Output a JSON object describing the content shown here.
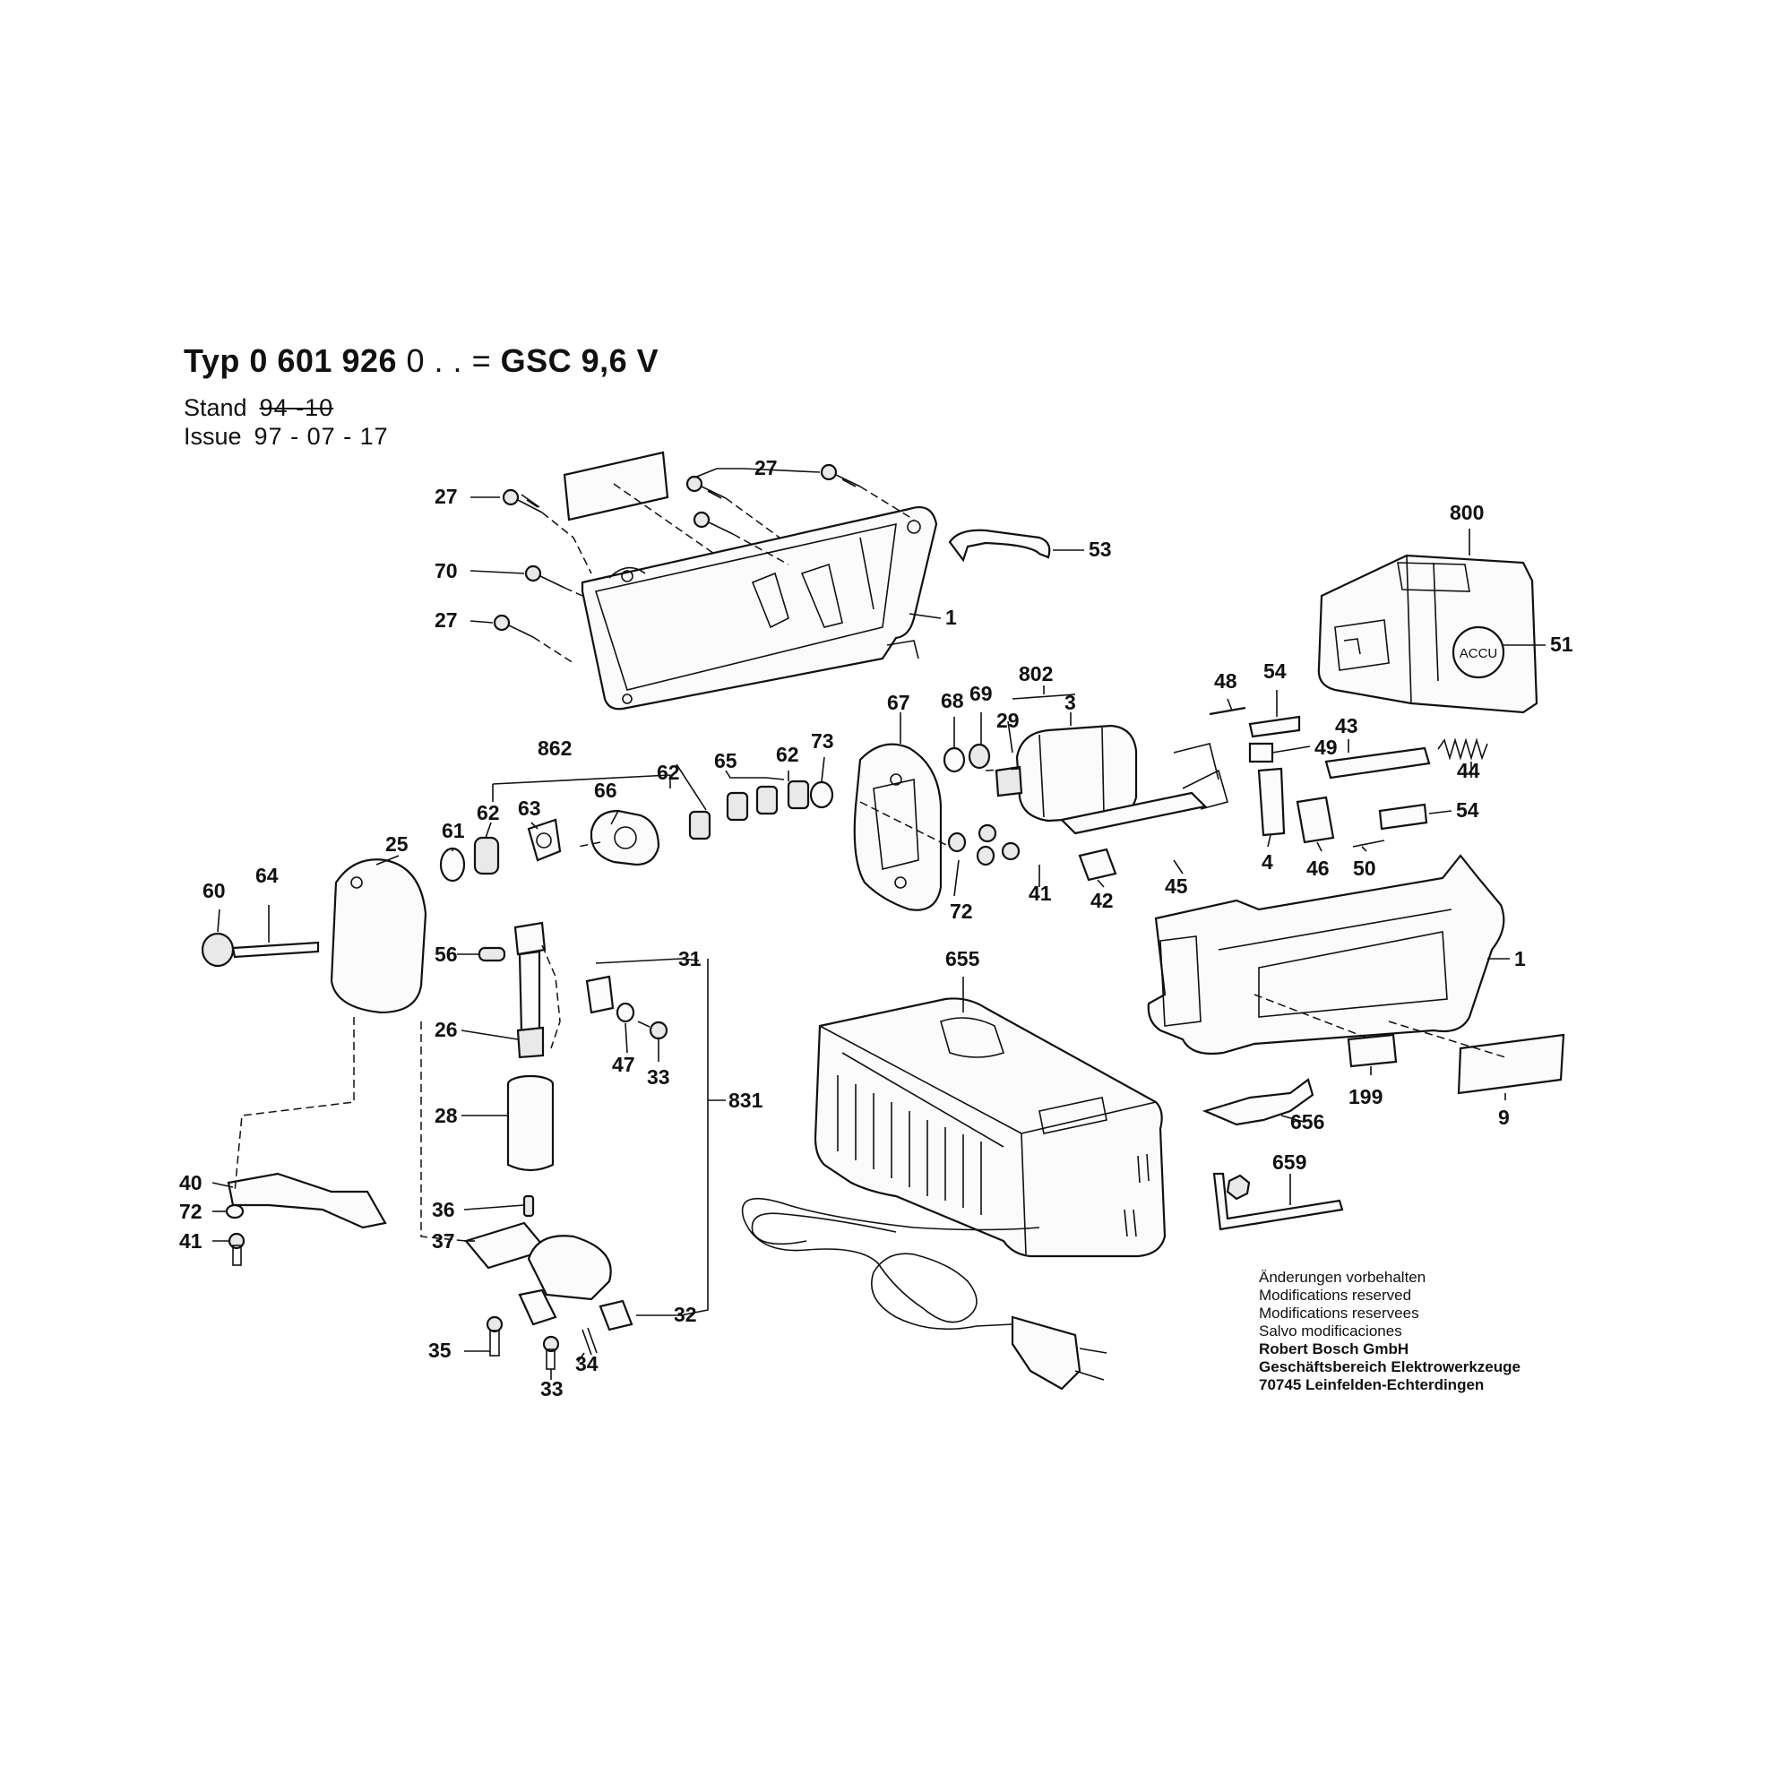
{
  "header": {
    "typ_label": "Typ",
    "typ_number": "0 601 926",
    "typ_suffix": "0 . . =",
    "model": "GSC 9,6 V",
    "stand_label": "Stand",
    "stand_value": "94 -10",
    "issue_label": "Issue",
    "issue_value": "97 - 07 - 17"
  },
  "footnote": {
    "line1": "Änderungen vorbehalten",
    "line2": "Modifications reserved",
    "line3": "Modifications reservees",
    "line4": "Salvo modificaciones",
    "line5": "Robert Bosch GmbH",
    "line6": "Geschäftsbereich Elektrowerkzeuge",
    "line7": "70745 Leinfelden-Echterdingen"
  },
  "battery_badge": "ACCU",
  "part_labels": [
    "27",
    "27",
    "27",
    "70",
    "27",
    "53",
    "1",
    "800",
    "51",
    "802",
    "29",
    "3",
    "67",
    "68",
    "69",
    "73",
    "62",
    "65",
    "62",
    "66",
    "63",
    "62",
    "61",
    "862",
    "25",
    "60",
    "64",
    "56",
    "26",
    "28",
    "31",
    "47",
    "33",
    "831",
    "655",
    "72",
    "41",
    "48",
    "54",
    "49",
    "43",
    "44",
    "54",
    "46",
    "50",
    "4",
    "45",
    "42",
    "1",
    "199",
    "9",
    "656",
    "659",
    "40",
    "72",
    "41",
    "36",
    "37",
    "32",
    "35",
    "34",
    "33"
  ]
}
